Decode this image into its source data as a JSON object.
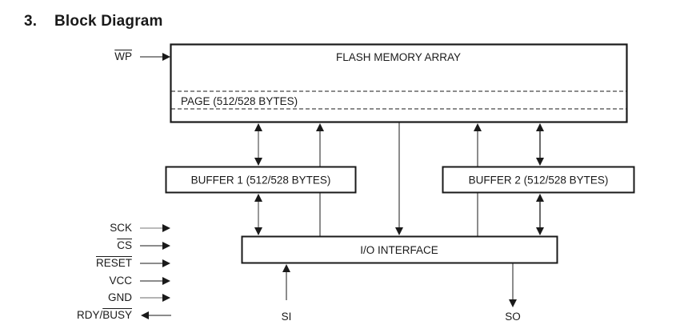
{
  "section": {
    "number": "3.",
    "title": "Block Diagram"
  },
  "blocks": {
    "flash_array": "FLASH MEMORY ARRAY",
    "page": "PAGE (512/528 BYTES)",
    "buffer1": "BUFFER 1 (512/528 BYTES)",
    "buffer2": "BUFFER 2 (512/528 BYTES)",
    "io_interface": "I/O INTERFACE"
  },
  "signals": {
    "wp": {
      "text": "WP",
      "active_low": true,
      "direction": "in"
    },
    "left": [
      {
        "pre": "",
        "bar": "",
        "text": "SCK",
        "direction": "in"
      },
      {
        "pre": "",
        "bar": "CS",
        "text": "",
        "direction": "in"
      },
      {
        "pre": "",
        "bar": "RESET",
        "text": "",
        "direction": "in"
      },
      {
        "pre": "",
        "bar": "",
        "text": "VCC",
        "direction": "in"
      },
      {
        "pre": "",
        "bar": "",
        "text": "GND",
        "direction": "in"
      },
      {
        "pre": "RDY/",
        "bar": "BUSY",
        "text": "",
        "direction": "out"
      }
    ],
    "si": "SI",
    "so": "SO"
  }
}
